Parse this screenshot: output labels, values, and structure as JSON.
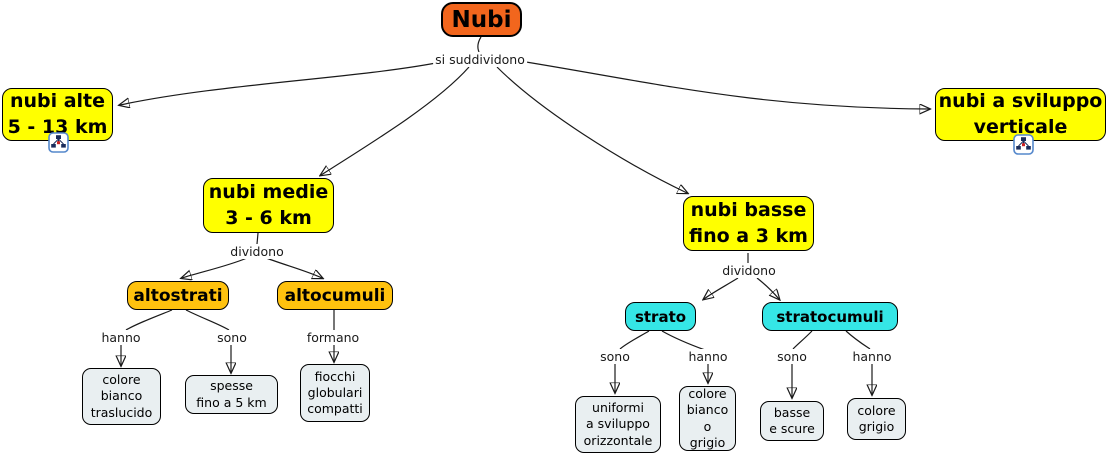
{
  "title": "Nubi",
  "root": {
    "label": "Nubi"
  },
  "nodes": {
    "nubi_alte": {
      "label": "nubi alte\n5 - 13 km"
    },
    "nubi_sviluppo": {
      "label": "nubi a sviluppo\nverticale"
    },
    "nubi_medie": {
      "label": "nubi medie\n3 - 6 km"
    },
    "nubi_basse": {
      "label": "nubi basse\nfino a 3 km"
    },
    "altostrati": {
      "label": "altostrati"
    },
    "altocumuli": {
      "label": "altocumuli"
    },
    "strato": {
      "label": "strato"
    },
    "stratocumuli": {
      "label": "stratocumuli"
    },
    "colore_bianco_traslucido": {
      "label": "colore\nbianco\ntraslucido"
    },
    "spesse": {
      "label": "spesse\nfino a 5 km"
    },
    "fiocchi": {
      "label": "fiocchi\nglobulari\ncompatti"
    },
    "uniformi": {
      "label": "uniformi\na sviluppo\norizzontale"
    },
    "colore_bianco_grigio": {
      "label": "colore\nbianco\no\ngrigio"
    },
    "basse_scure": {
      "label": "basse\ne scure"
    },
    "colore_grigio": {
      "label": "colore\ngrigio"
    }
  },
  "edges": {
    "si_suddividono": "si suddividono",
    "dividono_medie": "dividono",
    "dividono_basse": "dividono",
    "hanno_altostrati": "hanno",
    "sono_altostrati": "sono",
    "formano_altocumuli": "formano",
    "sono_strato": "sono",
    "hanno_strato": "hanno",
    "sono_stratocumuli": "sono",
    "hanno_stratocumuli": "hanno"
  },
  "icons": {
    "submap_icon": "concept-map-icon"
  },
  "colors": {
    "root_fill": "#F2661D",
    "level1_fill": "#FFFF00",
    "level2a_fill": "#FFC20E",
    "level2b_fill": "#35E6E6",
    "leaf_fill": "#E9EFF1",
    "line": "#1a1a1a",
    "icon_border": "#5588CC",
    "icon_red": "#CC2222",
    "icon_navy": "#1A2C5B"
  }
}
